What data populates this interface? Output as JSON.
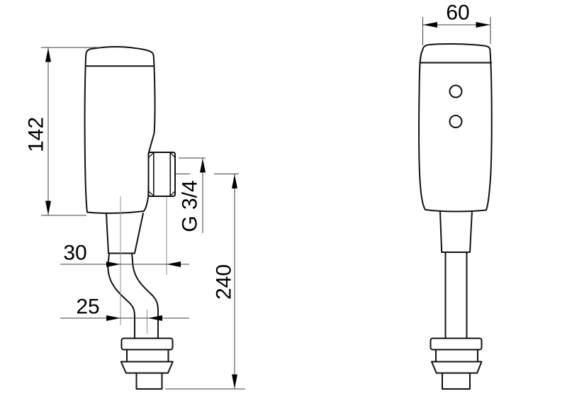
{
  "drawing": {
    "side_view": {
      "dims": {
        "body_height": "142",
        "upper_offset": "30",
        "lower_offset": "25",
        "inlet_thread": "G 3/4",
        "pipe_length": "240"
      }
    },
    "front_view": {
      "dims": {
        "body_width": "60"
      }
    },
    "colors": {
      "background": "#ffffff",
      "outline": "#111111",
      "dimension_lines": "#3c3c3c",
      "centerlines": "#8f8f8f",
      "text": "#000000"
    }
  }
}
